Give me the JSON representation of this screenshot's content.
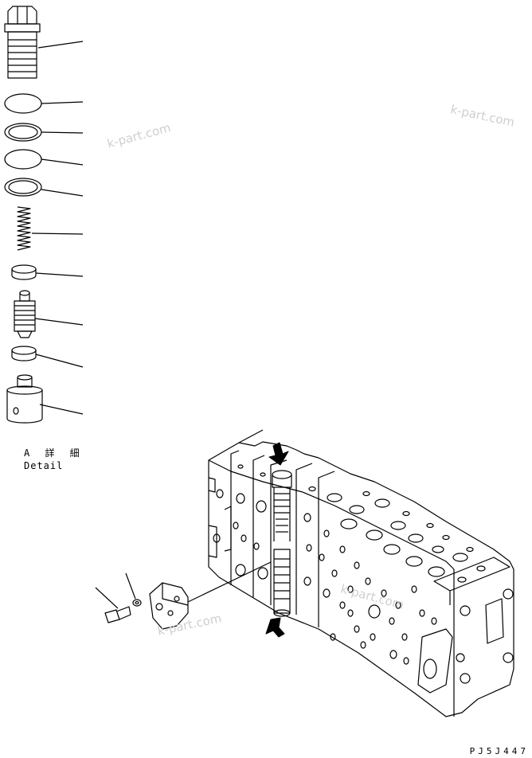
{
  "labels": {
    "detail_japanese": "A 詳 細",
    "detail_english": "Detail",
    "figure_code": "PJ5J447"
  },
  "watermarks": [
    "k-part.com",
    "k-part.com",
    "k-part.com",
    "k-part.com"
  ],
  "parts": [
    {
      "name": "plug"
    },
    {
      "name": "o-ring"
    },
    {
      "name": "backup-ring"
    },
    {
      "name": "o-ring"
    },
    {
      "name": "backup-ring"
    },
    {
      "name": "spring"
    },
    {
      "name": "seat-ring"
    },
    {
      "name": "poppet"
    },
    {
      "name": "seat-ring"
    },
    {
      "name": "sleeve"
    }
  ],
  "colors": {
    "line": "#000000",
    "watermark": "#cfcfcf",
    "background": "#ffffff"
  }
}
